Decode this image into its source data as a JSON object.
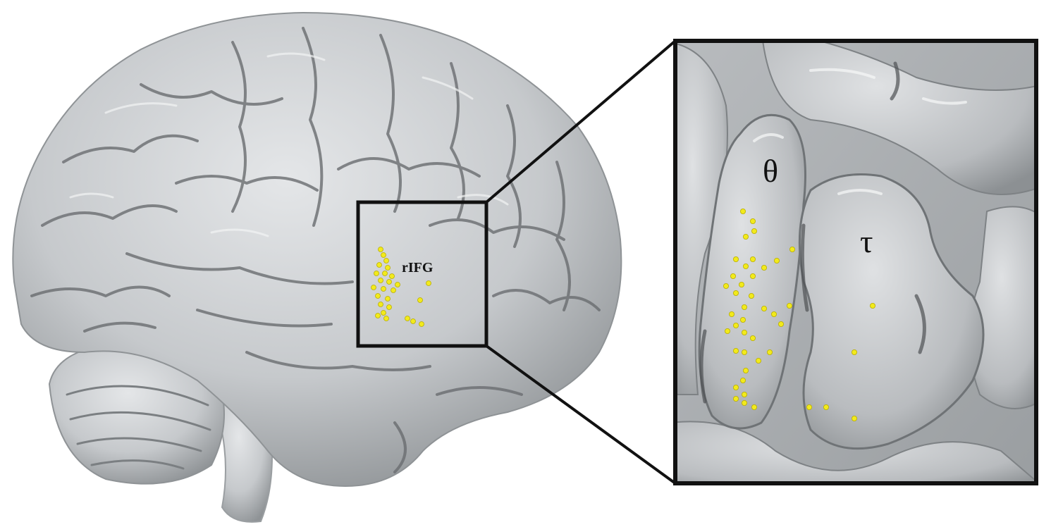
{
  "labels": {
    "region": "rIFG",
    "theta": "θ",
    "tau": "τ"
  },
  "colors": {
    "background": "#ffffff",
    "brain": "#c6c9cc",
    "brain_shadow": "#8f9396",
    "sulcus": "#5d6063",
    "electrode": "#f2ea1c",
    "frame": "#111111"
  },
  "icons": {
    "brain": "brain-lateral-view-icon",
    "zoom": "magnified-inset-icon"
  }
}
